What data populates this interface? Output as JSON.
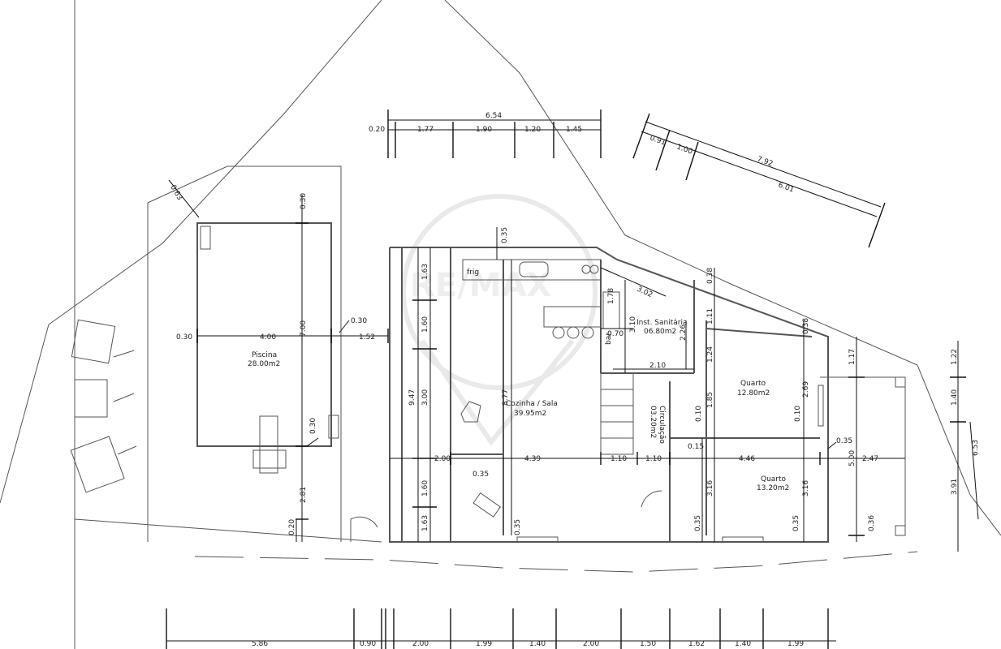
{
  "rooms": {
    "pool": {
      "name": "Piscina",
      "area": "28.00m2"
    },
    "kitchen": {
      "name": "Cozinha / Sala",
      "area": "39.95m2"
    },
    "sanitary": {
      "name": "Inst. Sanitária",
      "area": "06.80m2"
    },
    "circulation": {
      "name": "Circulação",
      "area": "03.20m2"
    },
    "bedroom1": {
      "name": "Quarto",
      "area": "12.80m2"
    },
    "bedroom2": {
      "name": "Quarto",
      "area": "13.20m2"
    }
  },
  "labels": {
    "frig": "frig",
    "bar": "bar"
  },
  "top_dims": {
    "total": "6.54",
    "parts": [
      "0.20",
      "1.77",
      "1.90",
      "1.20",
      "1.45"
    ]
  },
  "diag_dims": {
    "a": "0.91",
    "b": "1.00",
    "c": "7.92",
    "d": "6.01",
    "e": "0.63"
  },
  "pool_dims": {
    "d030a": "0.30",
    "d030b": "0.30",
    "d400": "4.00",
    "d030c": "0.30",
    "d700": "7.00",
    "d152": "1.52",
    "d030d": "0.30",
    "d281": "2.81",
    "d020": "0.20"
  },
  "left_vertical": {
    "d163a": "1.63",
    "d160a": "1.60",
    "d300": "3.00",
    "d160b": "1.60",
    "d163b": "1.63",
    "d947": "9.47",
    "d035top": "0.35"
  },
  "interior": {
    "d877": "8.77",
    "d200": "2.00",
    "d439": "4.39",
    "d110a": "1.10",
    "d110b": "1.10",
    "d035a": "0.35",
    "d035b": "0.35",
    "d178": "1.78",
    "d310": "3.10",
    "d302": "3.02",
    "d070": "0.70",
    "d210": "2.10",
    "d226": "2.26",
    "d038a": "0.38",
    "d111": "1.11",
    "d124": "1.24",
    "d185": "1.85",
    "d010a": "0.10",
    "d015": "0.15",
    "d446": "4.46",
    "d316a": "3.16",
    "d035c": "0.35",
    "d038b": "0.38",
    "d269": "2.69",
    "d010b": "0.10",
    "d316b": "3.16",
    "d035d": "0.35"
  },
  "right_dims": {
    "d117": "1.17",
    "d500": "5.00",
    "d035e": "0.35",
    "d247": "2.47",
    "d036": "0.36",
    "d122": "1.22",
    "d140": "1.40",
    "d391": "3.91",
    "d653": "6.53"
  },
  "bottom_dims": [
    "5.86",
    "0.90",
    "2.00",
    "1.99",
    "1.40",
    "2.00",
    "1.50",
    "1.62",
    "1.40",
    "1.99"
  ]
}
